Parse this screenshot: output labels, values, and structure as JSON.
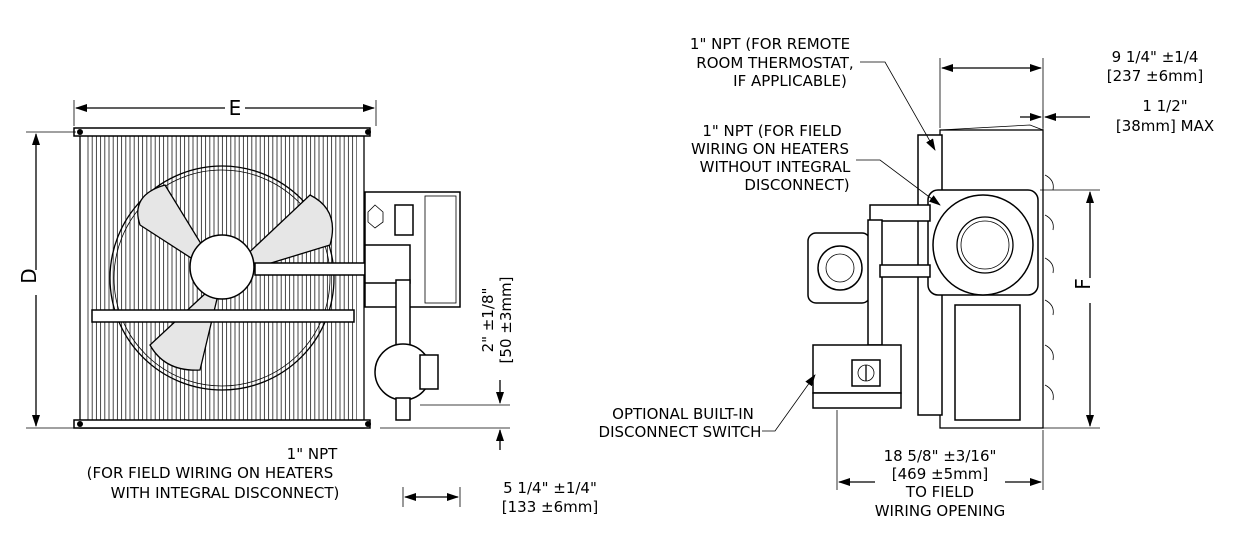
{
  "left_view": {
    "dim_width_label": "E",
    "dim_height_label": "D",
    "dim_offset_vertical": [
      "2\" ±1/8\"",
      "[50 ±3mm]"
    ],
    "npt_note": [
      "1\" NPT",
      "(FOR FIELD WIRING ON HEATERS",
      "WITH INTEGRAL DISCONNECT)"
    ],
    "dim_offset_bottom": [
      "5 1/4\" ±1/4\"",
      "[133 ±6mm]"
    ]
  },
  "right_view": {
    "npt_thermostat_note": [
      "1\" NPT (FOR REMOTE",
      "ROOM THERMOSTAT,",
      "IF APPLICABLE)"
    ],
    "dim_top": [
      "9 1/4\" ±1/4",
      "[237 ±6mm]"
    ],
    "dim_max": [
      "1 1/2\"",
      "[38mm] MAX"
    ],
    "npt_field_note": [
      "1\" NPT (FOR FIELD",
      "WIRING ON HEATERS",
      "WITHOUT INTEGRAL",
      "DISCONNECT)"
    ],
    "dim_side_label": "F",
    "disconnect_note": [
      "OPTIONAL BUILT-IN",
      "DISCONNECT SWITCH"
    ],
    "dim_bottom": [
      "18 5/8\" ±3/16\"",
      "[469 ±5mm]",
      "TO FIELD",
      "WIRING OPENING"
    ]
  }
}
